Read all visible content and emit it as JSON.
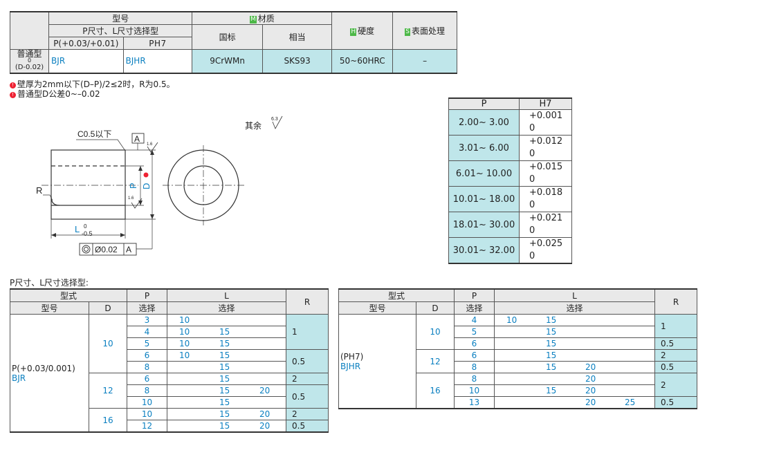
{
  "top_table": {
    "h_model": "型号",
    "h_select_type": "P尺寸、L尺寸选择型",
    "h_p_tol": "P(+0.03/+0.01)",
    "h_ph7": "PH7",
    "h_material": "材质",
    "h_material_tag": "M",
    "h_gb": "国标",
    "h_equiv": "相当",
    "h_hardness": "硬度",
    "h_hardness_tag": "H",
    "h_surface": "表面处理",
    "h_surface_tag": "S",
    "row_type": "普通型",
    "row_type_sub_top": "0",
    "row_type_sub": "(D-0.02)",
    "bjr": "BJR",
    "bjhr": "BJHR",
    "gb": "9CrWMn",
    "equiv": "SKS93",
    "hardness": "50~60HRC",
    "surface": "–"
  },
  "notes": [
    "壁厚为2mm以下(D–P)/2≤2时，R为0.5。",
    "普通型D公差0~–0.02"
  ],
  "drawing": {
    "chamfer": "C0.5以下",
    "datum": "A",
    "finish_note": "其余",
    "finish_value": "6.3",
    "rough1": "1.6",
    "rough2": "1.6",
    "label_r": "R",
    "label_p": "P",
    "label_d": "D",
    "label_l": "L",
    "l_tol_top": "0",
    "l_tol_bottom": "-0.5",
    "frame_tol": "Ø0.02",
    "frame_datum": "A"
  },
  "tol_table": {
    "headers": [
      "P",
      "H7"
    ],
    "rows": [
      {
        "p": "2.00~  3.00",
        "plus": "+0.001",
        "zero": "0"
      },
      {
        "p": "3.01~  6.00",
        "plus": "+0.012",
        "zero": "0"
      },
      {
        "p": "6.01~ 10.00",
        "plus": "+0.015",
        "zero": "0"
      },
      {
        "p": "10.01~ 18.00",
        "plus": "+0.018",
        "zero": "0"
      },
      {
        "p": "18.01~ 30.00",
        "plus": "+0.021",
        "zero": "0"
      },
      {
        "p": "30.01~ 32.00",
        "plus": "+0.025",
        "zero": "0"
      }
    ]
  },
  "selection": {
    "title": "P尺寸、L尺寸选择型:",
    "h_form": "型式",
    "h_model": "型号",
    "h_d": "D",
    "h_p": "P",
    "h_p_sel": "选择",
    "h_l": "L",
    "h_l_sel": "选择",
    "h_r": "R",
    "left": {
      "model_label": "P(+0.03/0.001)",
      "model_code": "BJR",
      "d_values": [
        "10",
        "12",
        "16"
      ],
      "p_values": [
        "3",
        "4",
        "5",
        "6",
        "8",
        "6",
        "8",
        "10",
        "10",
        "12"
      ],
      "l_rows": [
        [
          "10",
          "",
          ""
        ],
        [
          "10",
          "15",
          ""
        ],
        [
          "10",
          "15",
          ""
        ],
        [
          "10",
          "15",
          ""
        ],
        [
          "",
          "15",
          ""
        ],
        [
          "",
          "15",
          ""
        ],
        [
          "",
          "15",
          "20"
        ],
        [
          "",
          "15",
          ""
        ],
        [
          "",
          "15",
          "20"
        ],
        [
          "",
          "15",
          "20"
        ]
      ],
      "r_values": [
        "1",
        "0.5",
        "2",
        "0.5",
        "2",
        "0.5"
      ]
    },
    "right": {
      "model_label": "(PH7)",
      "model_code": "BJHR",
      "d_values": [
        "10",
        "12",
        "16"
      ],
      "p_values": [
        "4",
        "5",
        "6",
        "6",
        "8",
        "8",
        "10",
        "13"
      ],
      "l_rows": [
        [
          "10",
          "15",
          "",
          ""
        ],
        [
          "",
          "15",
          "",
          ""
        ],
        [
          "",
          "15",
          "",
          ""
        ],
        [
          "",
          "15",
          "",
          ""
        ],
        [
          "",
          "15",
          "20",
          ""
        ],
        [
          "",
          "",
          "20",
          ""
        ],
        [
          "",
          "15",
          "20",
          ""
        ],
        [
          "",
          "",
          "20",
          "25"
        ]
      ],
      "r_values": [
        "1",
        "0.5",
        "2",
        "0.5",
        "2",
        "0.5"
      ]
    }
  }
}
